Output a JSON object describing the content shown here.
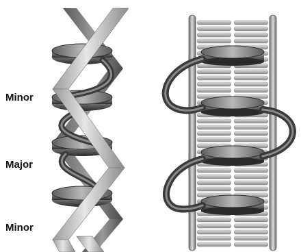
{
  "labels": {
    "groove_top": "Minor",
    "groove_middle": "Major",
    "groove_bottom": "Minor"
  },
  "colors": {
    "background": "#ffffff",
    "strand_light": "#bdbdbd",
    "strand_dark": "#6e6e6e",
    "disc_fill": "#7a7a7a",
    "disc_dark": "#3a3a3a",
    "linker": "#4a4a4a",
    "ladder_rung": "#c8c8c8",
    "label_text": "#111111"
  },
  "panels": [
    {
      "id": "left",
      "description_icon": "double-helix-icon"
    },
    {
      "id": "right",
      "description_icon": "ladder-icon"
    }
  ]
}
